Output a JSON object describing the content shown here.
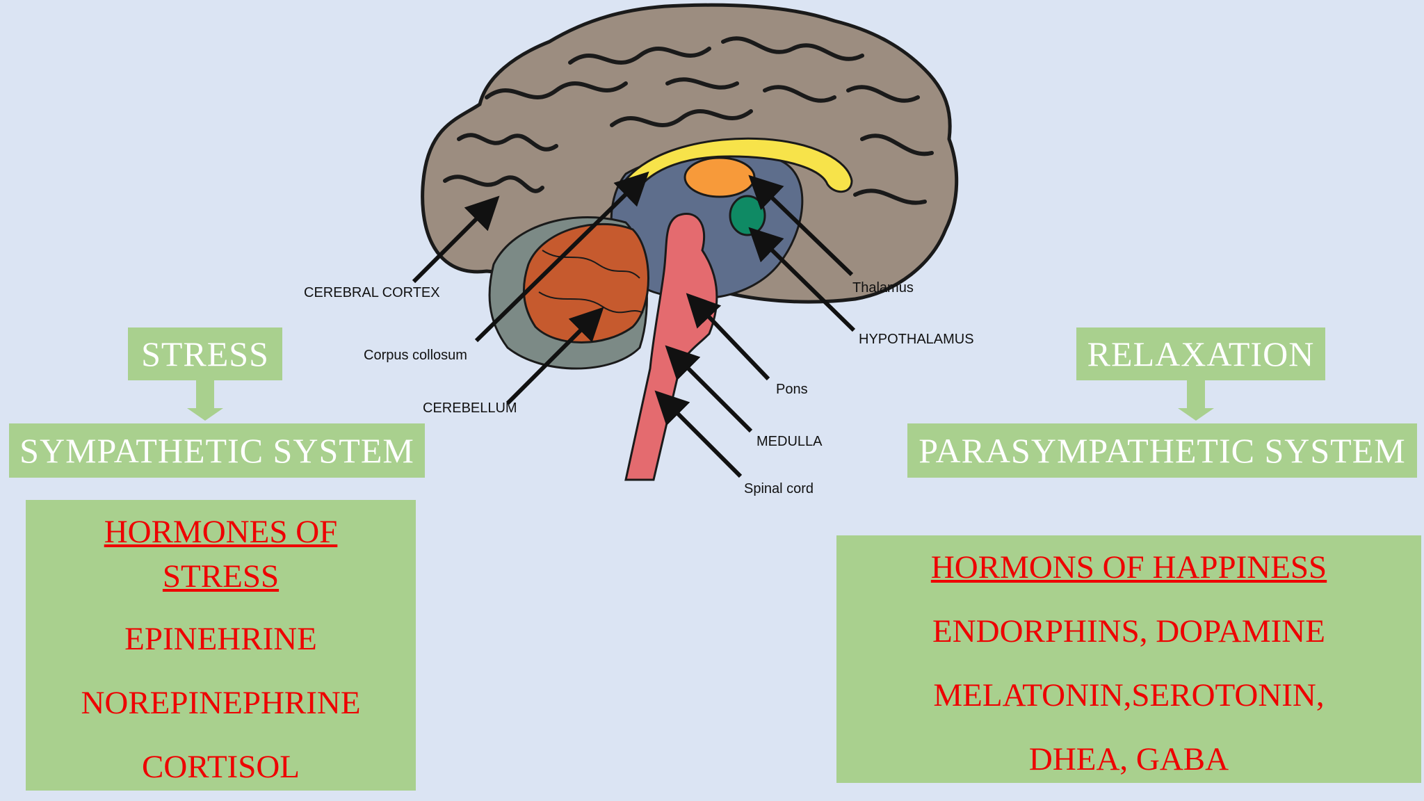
{
  "left": {
    "stress_label": "STRESS",
    "system_label": "SYMPATHETIC SYSTEM",
    "panel_title_1": "HORMONES OF",
    "panel_title_2": "STRESS",
    "hormones": [
      "EPINEHRINE",
      "NOREPINEPHRINE",
      "CORTISOL"
    ]
  },
  "right": {
    "relax_label": "RELAXATION",
    "system_label": "PARASYMPATHETIC SYSTEM",
    "panel_title": "HORMONS OF HAPPINESS",
    "lines": [
      "ENDORPHINS, DOPAMINE",
      "MELATONIN,SEROTONIN,",
      "DHEA, GABA"
    ]
  },
  "brain_labels": {
    "cerebral_cortex": "CEREBRAL CORTEX",
    "corpus_callosum": "Corpus collosum",
    "cerebellum": "CEREBELLUM",
    "thalamus": "Thalamus",
    "hypothalamus": "HYPOTHALAMUS",
    "pons": "Pons",
    "medulla": "MEDULLA",
    "spinal_cord": "Spinal cord"
  },
  "colors": {
    "box_fill": "#a9d08e",
    "panel_text": "#ee0000",
    "background": "#dbe4f3"
  }
}
